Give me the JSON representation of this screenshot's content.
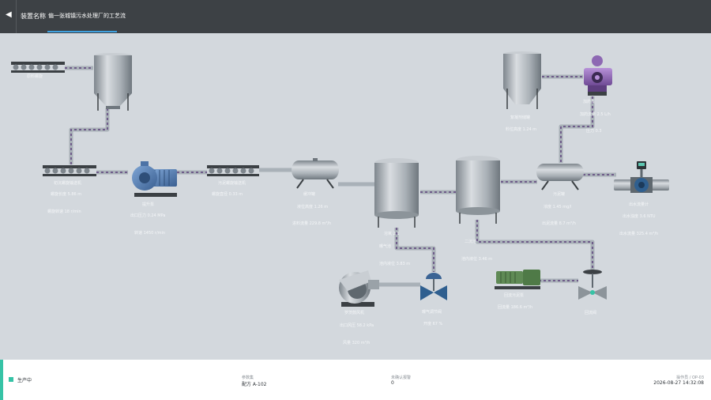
{
  "header": {
    "back_icon": "chevron-left-icon",
    "title_label": "装置名称",
    "title_name": "偏一张城镇污水处理厂的工艺流"
  },
  "labels": {
    "screw_conveyor_1": "原料螺旋",
    "screw_conveyor_2_a": "初沉螺旋输送机",
    "screw_conveyor_2_b": "螺旋长度 5.86 m",
    "screw_conveyor_2_c": "螺旋转速 18 r/min",
    "pump_main_a": "提升泵",
    "pump_main_b": "出口压力 0.24 MPa",
    "pump_main_c": "转速 1450 r/min",
    "screw_conveyor_3_a": "污泥螺旋输送机",
    "screw_conveyor_3_b": "螺旋直径 0.33 m",
    "tank_h1_a": "缓冲罐",
    "tank_h1_b": "液位高度 1.26 m",
    "tank_h1_c": "进料流量 229.8 m³/h",
    "tank_v1_a": "曝气池",
    "tank_v1_b": "溶氧 2.1",
    "tank_v1_c": "池内液位 3.83 m",
    "tank_v2_a": "二沉池",
    "tank_v2_b": "池内液位 3.46 m",
    "silo_top_a": "絮凝剂储罐",
    "silo_top_b": "料位高度 1.24 m",
    "dosing_a": "加药泵",
    "dosing_b": "加药流量 2.5 L/h",
    "dosing_c": "压力 0.3",
    "tank_h2_a": "污泥罐",
    "tank_h2_b": "浓度 1.45 mg/l",
    "tank_h2_c": "出泥流量 8.7 m³/h",
    "flowmeter_a": "出水流量计",
    "flowmeter_b": "出水浊度 3.6 NTU",
    "flowmeter_c": "出水流量 325.4 m³/h",
    "blower_a": "罗茨鼓风机",
    "blower_b": "出口风压 58.2 kPa",
    "blower_c": "风量 320 m³/h",
    "valve_1_a": "曝气调节阀",
    "valve_1_b": "开度 67 %",
    "motor_a": "回流污泥泵",
    "motor_b": "回流量 186.6 m³/h",
    "valve_2_a": "回流阀"
  },
  "footer": {
    "status_text": "生产中",
    "param_label": "参数集",
    "param_value": "配方 A-102",
    "alarm_label": "未确认报警",
    "alarm_value": "0",
    "op_label": "操作员 / OP-03",
    "op_time": "2026-08-27 14:32:08"
  },
  "colors": {
    "accent": "#36c3a6",
    "tab_underline": "#3fa2e0",
    "header_bg": "#3d4145",
    "canvas_bg": "#d3d8dd"
  }
}
